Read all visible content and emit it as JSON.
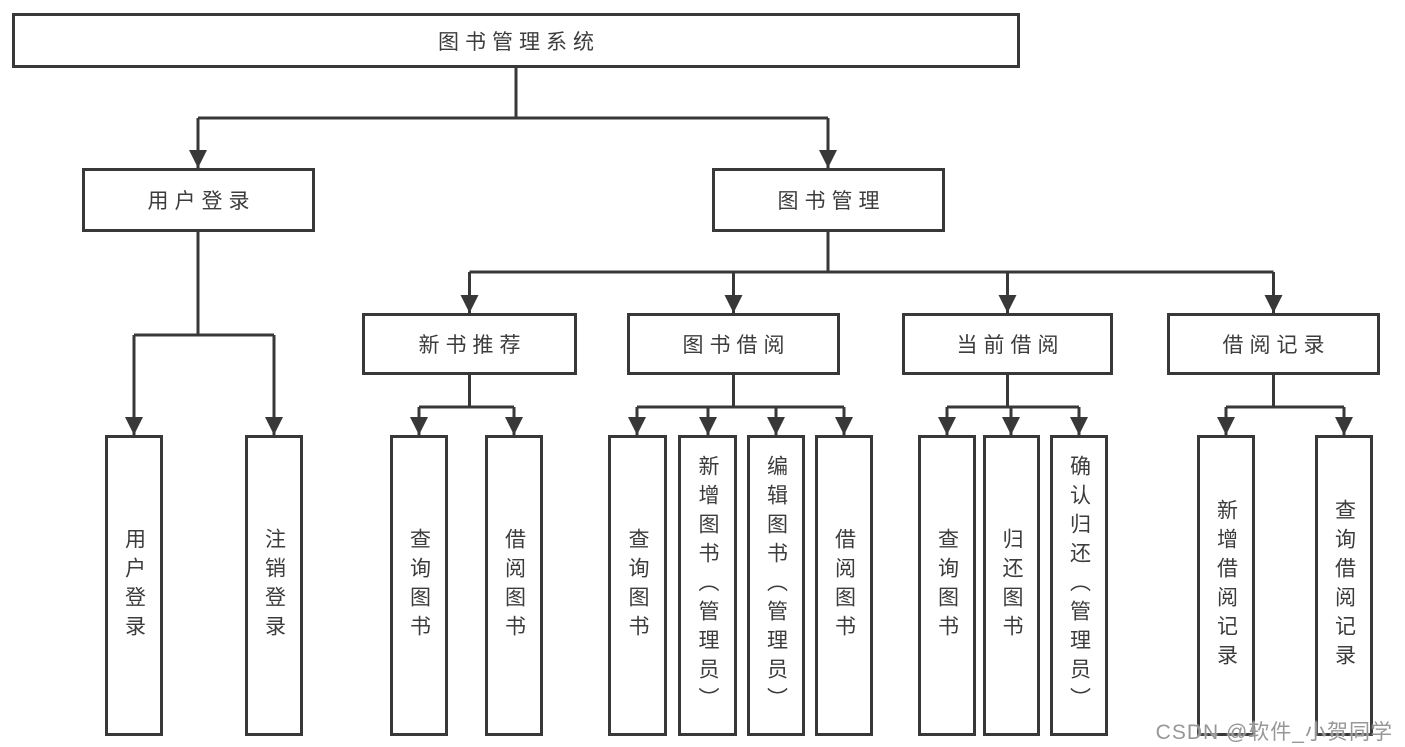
{
  "diagram": {
    "root": "图书管理系统",
    "user_login": {
      "label": "用户登录",
      "children": {
        "login": "用户登录",
        "logout": "注销登录"
      }
    },
    "book_mgmt": {
      "label": "图书管理",
      "children": {
        "new_book": {
          "label": "新书推荐",
          "children": {
            "query": "查询图书",
            "borrow": "借阅图书"
          }
        },
        "borrow": {
          "label": "图书借阅",
          "children": {
            "query": "查询图书",
            "add": "新增图书（管理员）",
            "edit": "编辑图书（管理员）",
            "borrow": "借阅图书"
          }
        },
        "current": {
          "label": "当前借阅",
          "children": {
            "query": "查询图书",
            "return": "归还图书",
            "confirm": "确认归还（管理员）"
          }
        },
        "record": {
          "label": "借阅记录",
          "children": {
            "add": "新增借阅记录",
            "query": "查询借阅记录"
          }
        }
      }
    }
  },
  "watermark": {
    "text": "CSDN @软件_小贺同学"
  },
  "colors": {
    "line": "#383838",
    "text": "#3c3c3c",
    "bg": "#ffffff",
    "watermark": "#979797"
  }
}
